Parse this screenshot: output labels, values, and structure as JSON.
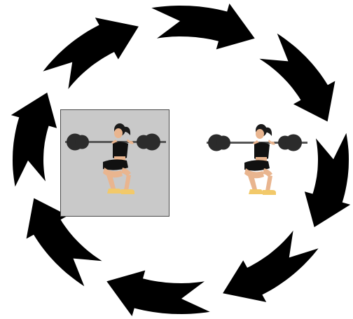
{
  "diagram": {
    "kind": "cycle",
    "arrow_count": 8,
    "arrow_direction": "clockwise",
    "arrow_color": "#000000",
    "background_color": "#ffffff",
    "panels": [
      {
        "id": "left",
        "highlighted": true,
        "highlight_color": "#c9c9c9",
        "icon": "woman-barbell-squat-icon"
      },
      {
        "id": "right",
        "highlighted": false,
        "icon": "woman-barbell-squat-icon"
      }
    ],
    "figure_colors": {
      "skin": "#e9b58f",
      "hair": "#1a1a1a",
      "top": "#111111",
      "shorts": "#111111",
      "shoes": "#f2c96a",
      "plates": "#2b2b2b",
      "bar": "#555555"
    }
  }
}
